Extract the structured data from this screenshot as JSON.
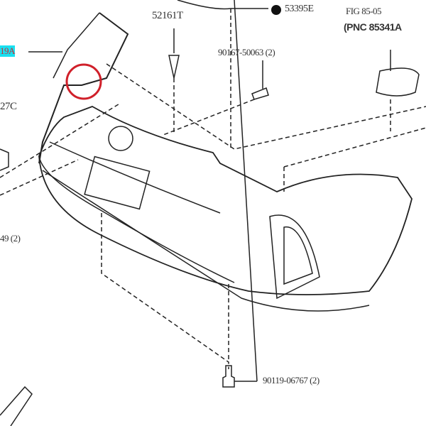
{
  "labels": {
    "part_19a": "19A",
    "part_27c": "27C",
    "part_49": "49 (2)",
    "part_52161t": "52161T",
    "part_90167": "90167-50063 (2)",
    "part_53395e": "53395E",
    "fig_ref": "FIG 85-05",
    "pnc_ref": "(PNC 85341A",
    "part_90119": "90119-06767 (2)"
  },
  "colors": {
    "highlight": "#19e0f0",
    "marker_circle": "#d0202a"
  }
}
